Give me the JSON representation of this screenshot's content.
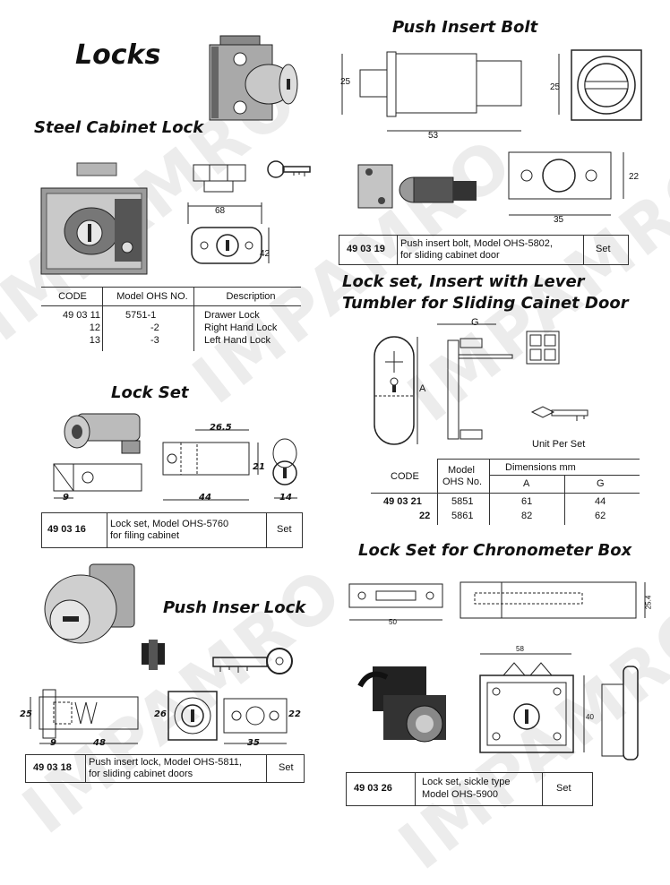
{
  "page_title": "Locks",
  "watermark": "IMPAMRO",
  "steel_cabinet_lock": {
    "title": "Steel Cabinet Lock",
    "dims": {
      "width": "68",
      "height": "42"
    },
    "headers": [
      "CODE",
      "Model OHS NO.",
      "Description"
    ],
    "rows": [
      {
        "code": "49 03 11",
        "model": "5751-1",
        "desc": "Drawer Lock"
      },
      {
        "code": "12",
        "model": "-2",
        "desc": "Right Hand Lock"
      },
      {
        "code": "13",
        "model": "-3",
        "desc": "Left Hand Lock"
      }
    ]
  },
  "lock_set": {
    "title": "Lock Set",
    "dims": {
      "a": "26.5",
      "b": "21",
      "c": "9",
      "d": "44",
      "e": "14"
    },
    "code": "49 03 16",
    "desc_line1": "Lock set, Model OHS-5760",
    "desc_line2": "for filing cabinet",
    "unit": "Set"
  },
  "push_inser_lock": {
    "title": "Push Inser Lock",
    "dims": {
      "a": "25",
      "b": "26",
      "c": "22",
      "d": "9",
      "e": "48",
      "f": "35"
    },
    "code": "49 03 18",
    "desc_line1": "Push insert lock, Model OHS-5811,",
    "desc_line2": "for sliding cabinet doors",
    "unit": "Set"
  },
  "push_insert_bolt": {
    "title": "Push Insert Bolt",
    "dims": {
      "a": "25",
      "b": "25",
      "c": "53",
      "d": "22",
      "e": "35"
    },
    "code": "49 03 19",
    "desc_line1": "Push insert bolt, Model OHS-5802,",
    "desc_line2": "for sliding cabinet door",
    "unit": "Set"
  },
  "lever_tumbler": {
    "title_line1": "Lock set, Insert with Lever",
    "title_line2": "Tumbler for Sliding Cainet Door",
    "dim_g": "G",
    "dim_a": "A",
    "unit_note": "Unit Per Set",
    "headers": {
      "code": "CODE",
      "model_l1": "Model",
      "model_l2": "OHS No.",
      "dims": "Dimensions mm",
      "a": "A",
      "g": "G"
    },
    "rows": [
      {
        "code": "49 03 21",
        "model": "5851",
        "a": "61",
        "g": "44"
      },
      {
        "code": "22",
        "model": "5861",
        "a": "82",
        "g": "62"
      }
    ]
  },
  "chronometer_box": {
    "title": "Lock Set for Chronometer Box",
    "dims": {
      "a": "50",
      "b": "25.4",
      "c": "58",
      "d": "40"
    },
    "code": "49 03 26",
    "desc_line1": "Lock set, sickle type",
    "desc_line2": "Model OHS-5900",
    "unit": "Set"
  }
}
